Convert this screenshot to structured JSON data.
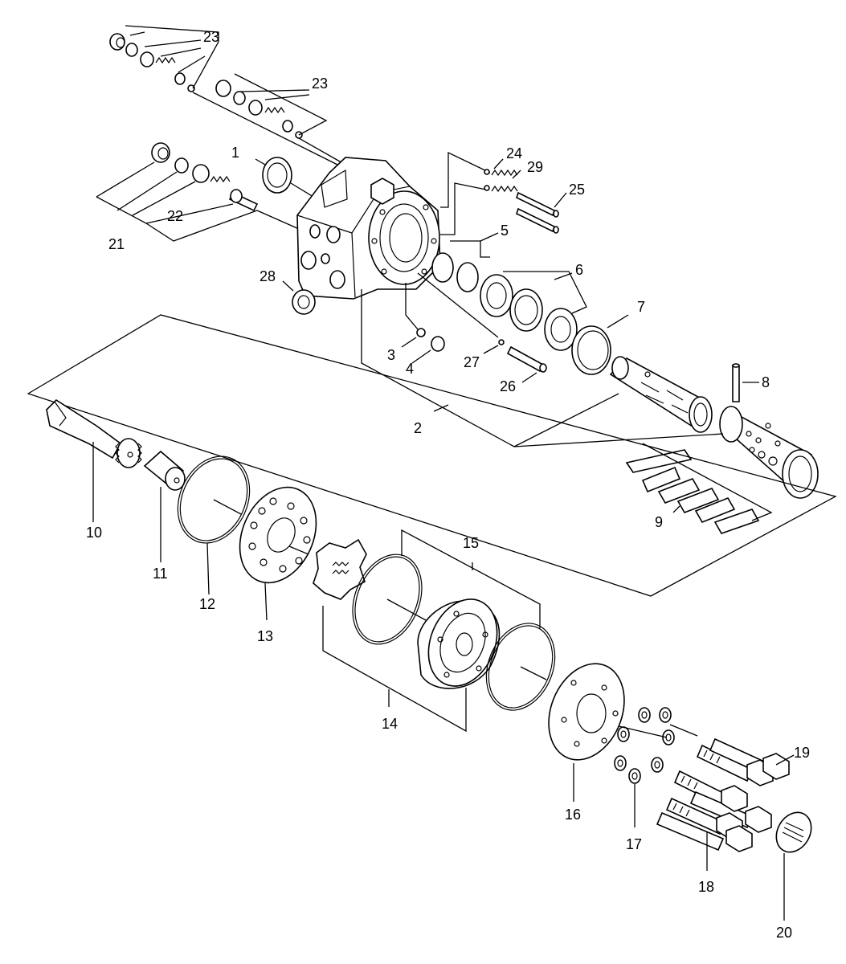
{
  "diagram": {
    "callouts": {
      "c1": "1",
      "c2": "2",
      "c3": "3",
      "c4": "4",
      "c5": "5",
      "c6": "6",
      "c7": "7",
      "c8": "8",
      "c9": "9",
      "c10": "10",
      "c11": "11",
      "c12": "12",
      "c13": "13",
      "c14": "14",
      "c15": "15",
      "c16": "16",
      "c17": "17",
      "c18": "18",
      "c19": "19",
      "c20": "20",
      "c21": "21",
      "c22": "22",
      "c23a": "23",
      "c23b": "23",
      "c24": "24",
      "c25": "25",
      "c26": "26",
      "c27": "27",
      "c28": "28",
      "c29": "29"
    }
  }
}
